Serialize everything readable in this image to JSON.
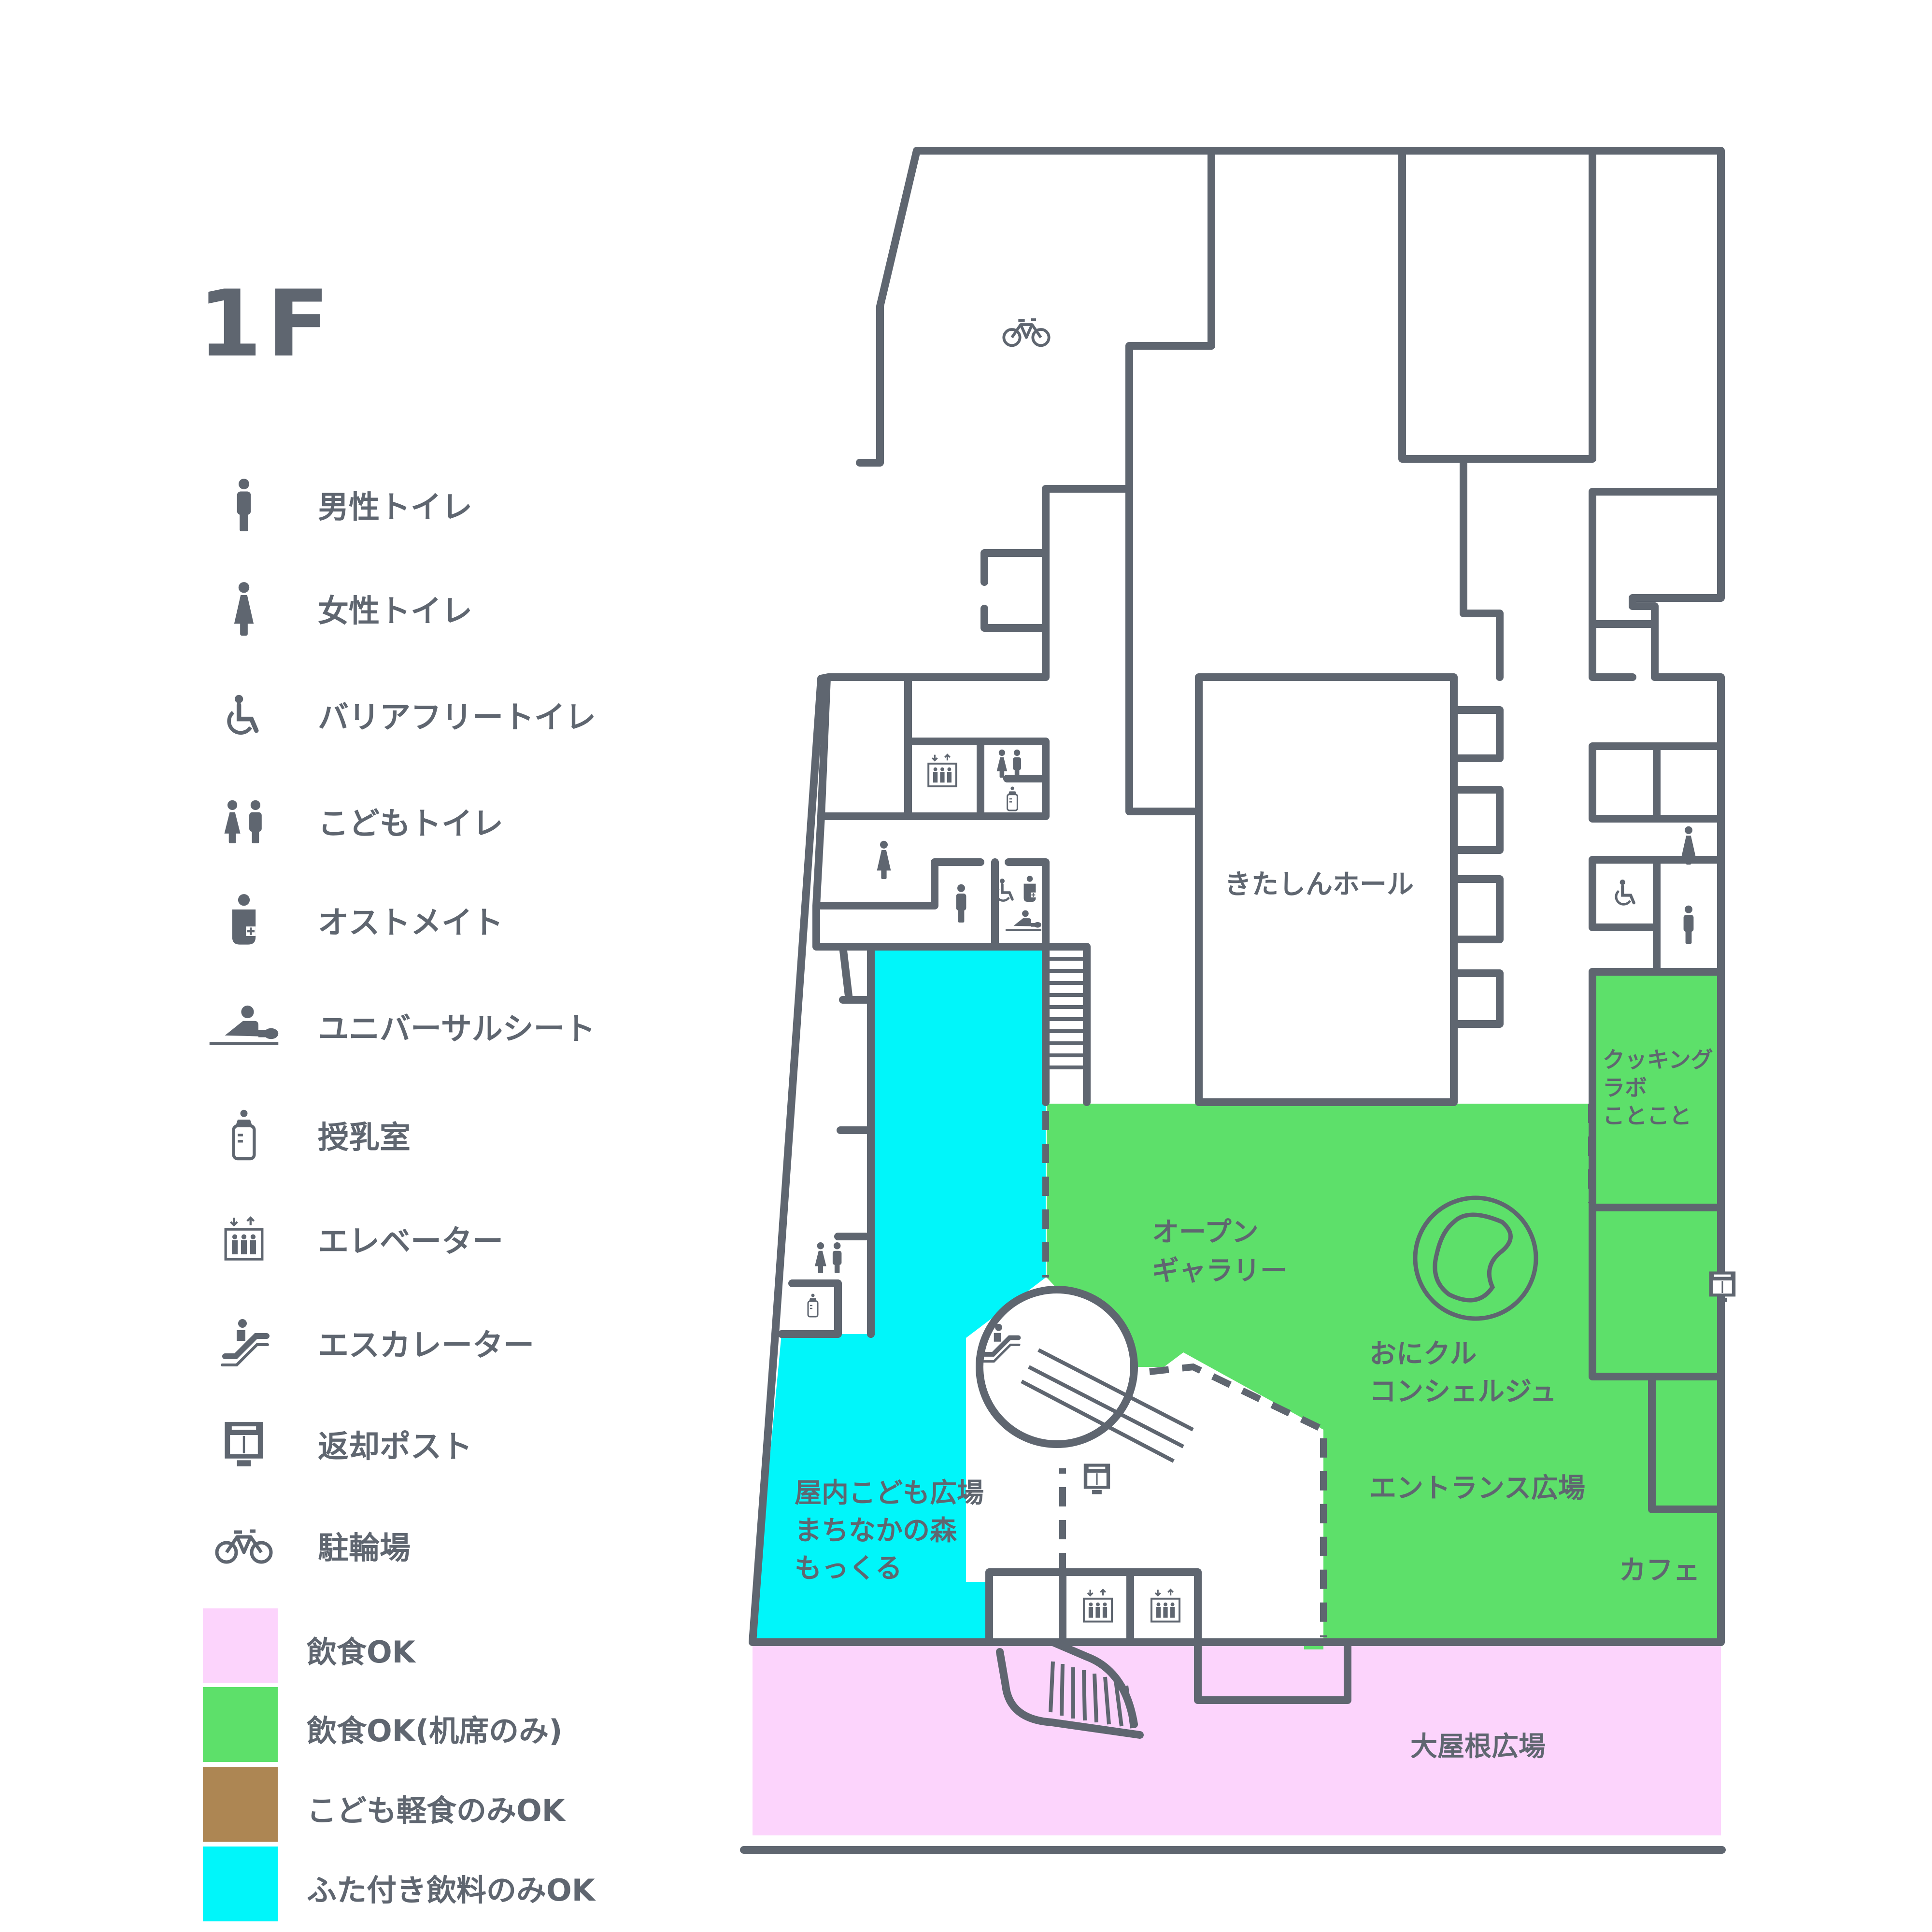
{
  "floor": "1F",
  "legend": {
    "icons": [
      {
        "icon": "male-toilet-icon",
        "label": "男性トイレ"
      },
      {
        "icon": "female-toilet-icon",
        "label": "女性トイレ"
      },
      {
        "icon": "wheelchair-icon",
        "label": "バリアフリートイレ"
      },
      {
        "icon": "kids-toilet-icon",
        "label": "こどもトイレ"
      },
      {
        "icon": "ostomate-icon",
        "label": "オストメイト"
      },
      {
        "icon": "universal-sheet-icon",
        "label": "ユニバーサルシート"
      },
      {
        "icon": "nursing-room-icon",
        "label": "授乳室"
      },
      {
        "icon": "elevator-icon",
        "label": "エレベーター"
      },
      {
        "icon": "escalator-icon",
        "label": "エスカレーター"
      },
      {
        "icon": "return-post-icon",
        "label": "返却ポスト"
      },
      {
        "icon": "bicycle-icon",
        "label": "駐輪場"
      }
    ],
    "zones": [
      {
        "label": "飲食OK",
        "color": "#fcd4fc"
      },
      {
        "label": "飲食OK(机席のみ)",
        "color": "#5de06a"
      },
      {
        "label": "こども軽食のみOK",
        "color": "#ad8653"
      },
      {
        "label": "ふた付き飲料のみOK",
        "color": "#00f6fa"
      }
    ]
  },
  "map": {
    "colors": {
      "wall": "#5f6670",
      "pink": "#fcd4fc",
      "green": "#5de06a",
      "cyan": "#00f6fa"
    },
    "rooms": {
      "hall": "きたしんホール",
      "gallery": [
        "オープン",
        "ギャラリー"
      ],
      "concierge": [
        "おにクル",
        "コンシェルジュ"
      ],
      "entrance": "エントランス広場",
      "cooking": [
        "クッキング",
        "ラボ",
        "ことこと"
      ],
      "cafe": "カフェ",
      "kids_plaza": [
        "屋内こども広場",
        "まちなかの森",
        "もっくる"
      ],
      "roof_plaza": "大屋根広場"
    }
  }
}
